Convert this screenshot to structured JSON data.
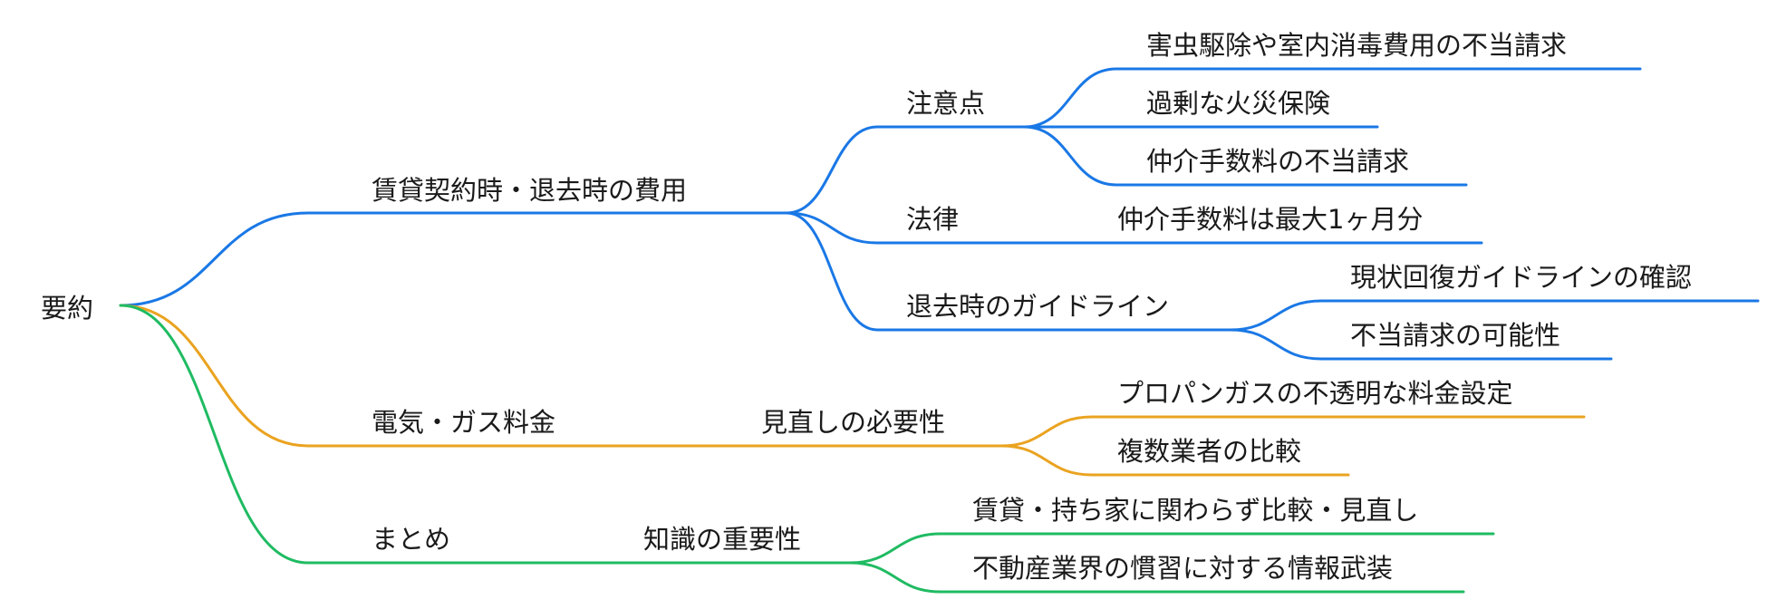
{
  "colors": {
    "blue": "#1a78e6",
    "orange": "#eaa320",
    "green": "#1fbb62"
  },
  "root": {
    "label": "要約",
    "children": [
      {
        "label": "賃貸契約時・退去時の費用",
        "color": "blue",
        "children": [
          {
            "label": "注意点",
            "children": [
              {
                "label": "害虫駆除や室内消毒費用の不当請求"
              },
              {
                "label": "過剰な火災保険"
              },
              {
                "label": "仲介手数料の不当請求"
              }
            ]
          },
          {
            "label": "法律",
            "children": [
              {
                "label": "仲介手数料は最大1ヶ月分"
              }
            ]
          },
          {
            "label": "退去時のガイドライン",
            "children": [
              {
                "label": "現状回復ガイドラインの確認"
              },
              {
                "label": "不当請求の可能性"
              }
            ]
          }
        ]
      },
      {
        "label": "電気・ガス料金",
        "color": "orange",
        "children": [
          {
            "label": "見直しの必要性",
            "children": [
              {
                "label": "プロパンガスの不透明な料金設定"
              },
              {
                "label": "複数業者の比較"
              }
            ]
          }
        ]
      },
      {
        "label": "まとめ",
        "color": "green",
        "children": [
          {
            "label": "知識の重要性",
            "children": [
              {
                "label": "賃貸・持ち家に関わらず比較・見直し"
              },
              {
                "label": "不動産業界の慣習に対する情報武装"
              }
            ]
          }
        ]
      }
    ]
  }
}
